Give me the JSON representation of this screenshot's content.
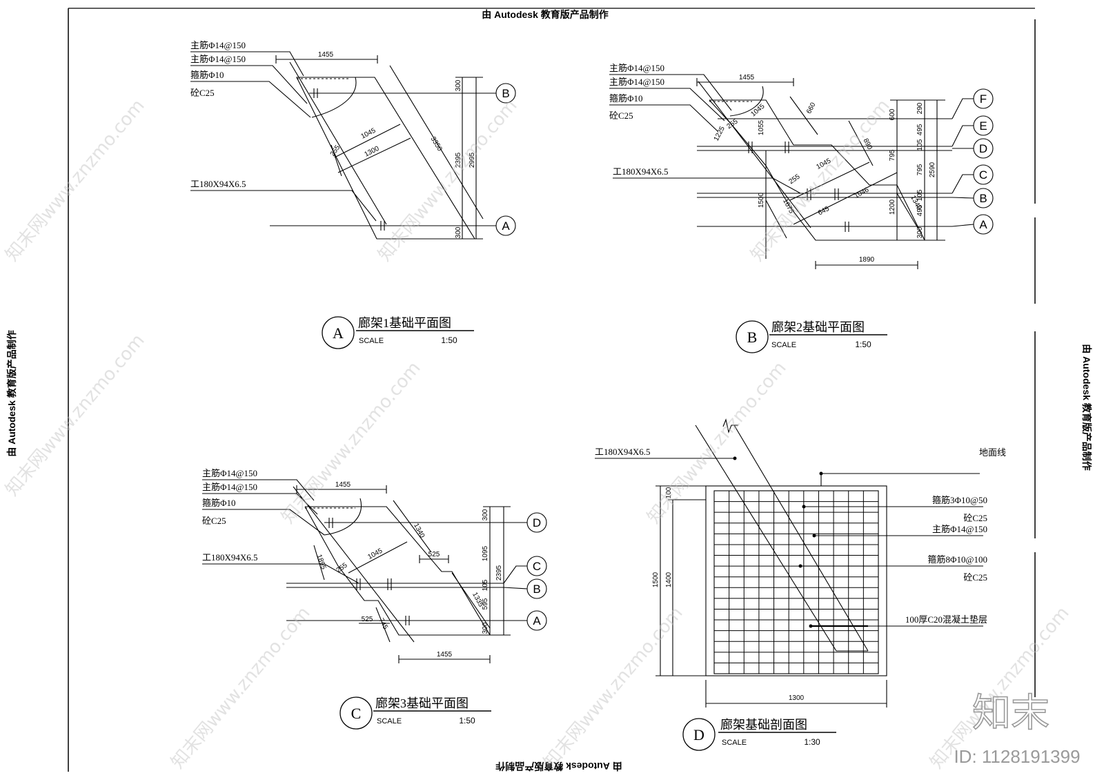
{
  "sheet": {
    "autodesk_stamp": "由 Autodesk 教育版产品制作",
    "watermark_text": "知末网www.znzmo.com",
    "brand_logo": "知末",
    "id_label": "ID: 1128191399"
  },
  "plan_a": {
    "badge": "A",
    "title": "廊架1基础平面图",
    "scale_label": "SCALE",
    "scale_value": "1:50",
    "callouts": [
      "主筋Φ14@150",
      "主筋Φ14@150",
      "箍筋Φ10",
      "砼C25",
      "工180X94X6.5"
    ],
    "dims": [
      "1455",
      "300",
      "2395",
      "2995",
      "300",
      "3350",
      "1045",
      "1300",
      "255"
    ],
    "axes": [
      "B",
      "A"
    ]
  },
  "plan_b": {
    "badge": "B",
    "title": "廊架2基础平面图",
    "scale_label": "SCALE",
    "scale_value": "1:50",
    "callouts": [
      "主筋Φ14@150",
      "主筋Φ14@150",
      "箍筋Φ10",
      "砼C25",
      "工180X94X6.5"
    ],
    "dims": [
      "1455",
      "660",
      "1045",
      "1225",
      "255",
      "1055",
      "290",
      "600",
      "495",
      "105",
      "795",
      "2590",
      "795",
      "890",
      "255",
      "1045",
      "1046",
      "105",
      "495",
      "300",
      "1500",
      "1675",
      "645",
      "1200",
      "1340",
      "1890"
    ],
    "axes": [
      "F",
      "E",
      "D",
      "C",
      "B",
      "A"
    ]
  },
  "plan_c": {
    "badge": "C",
    "title": "廊架3基础平面图",
    "scale_label": "SCALE",
    "scale_value": "1:50",
    "callouts": [
      "主筋Φ14@150",
      "主筋Φ14@150",
      "箍筋Φ10",
      "砼C25",
      "工180X94X6.5"
    ],
    "dims": [
      "1455",
      "1340",
      "525",
      "1045",
      "255",
      "1895",
      "300",
      "1095",
      "105",
      "595",
      "300",
      "2395",
      "1335",
      "525",
      "745",
      "1455"
    ],
    "axes": [
      "D",
      "C",
      "B",
      "A"
    ]
  },
  "section_d": {
    "badge": "D",
    "title": "廊架基础剖面图",
    "scale_label": "SCALE",
    "scale_value": "1:30",
    "callouts": [
      "工180X94X6.5",
      "地面线",
      "箍筋3Φ10@50",
      "砼C25",
      "主筋Φ14@150",
      "箍筋8Φ10@100",
      "砼C25",
      "100厚C20混凝土垫层"
    ],
    "dims": [
      "100",
      "1400",
      "1500",
      "1300"
    ]
  }
}
